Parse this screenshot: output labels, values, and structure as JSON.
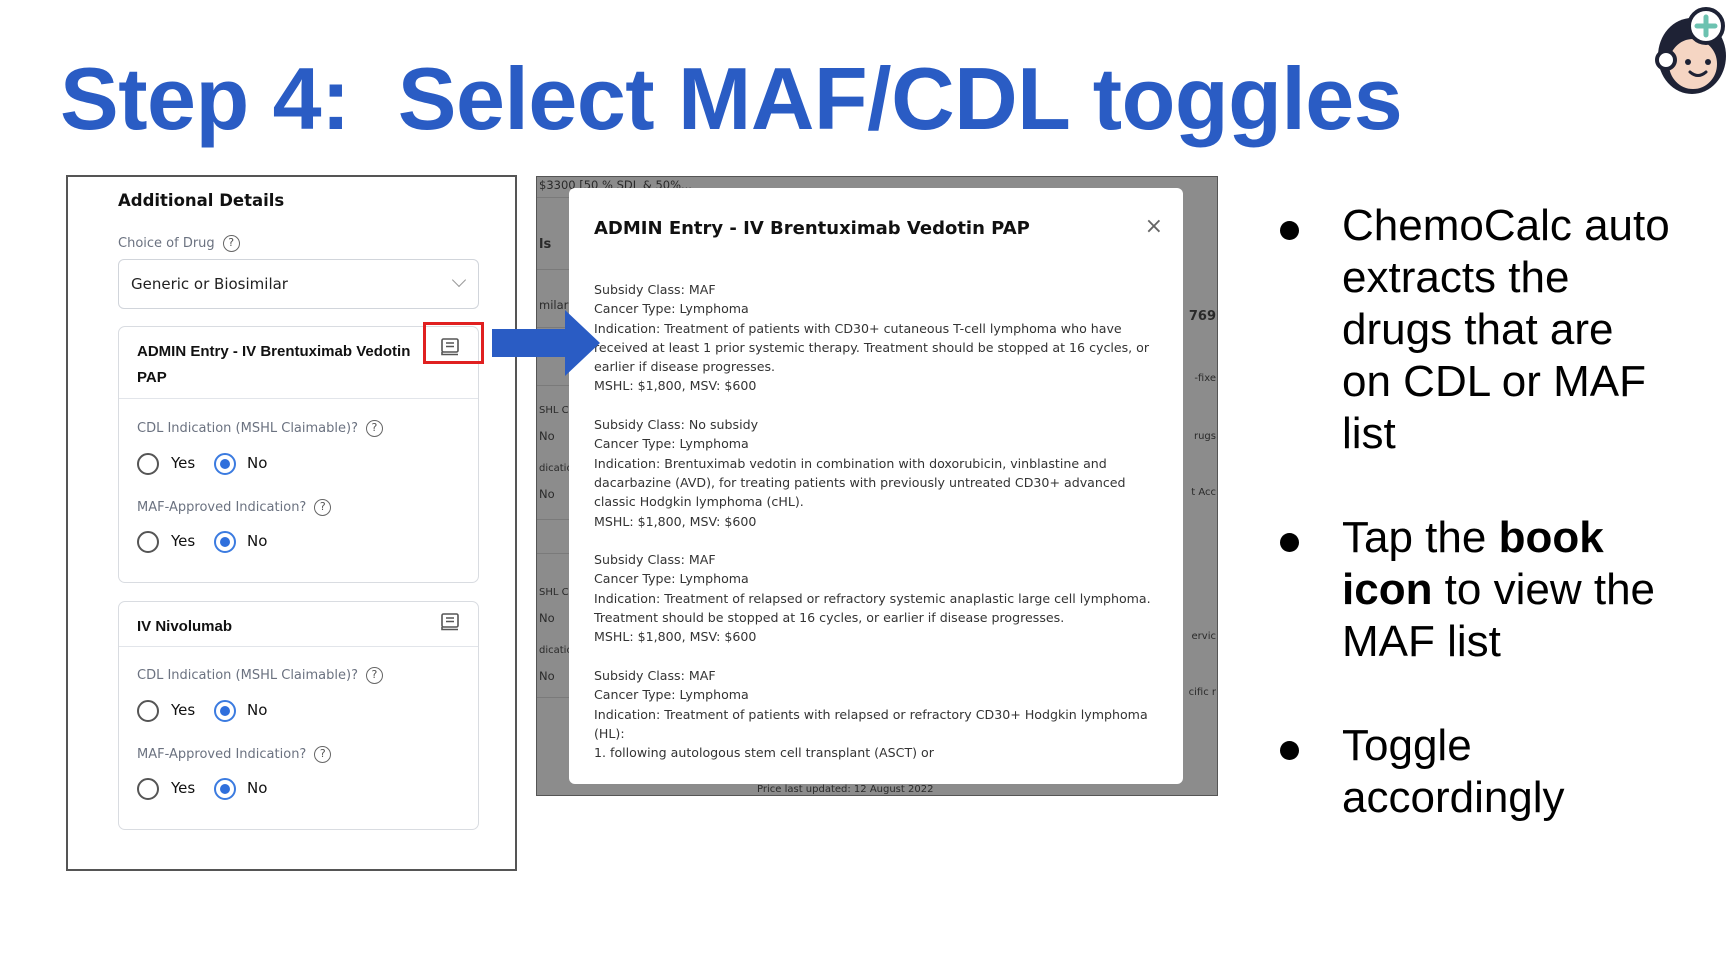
{
  "slide": {
    "title": "Step 4:  Select MAF/CDL toggles",
    "title_color": "#2a5cc4",
    "highlight_color": "#e02020",
    "arrow_color": "#2a5cc4"
  },
  "form": {
    "section_title": "Additional Details",
    "choice_label": "Choice of Drug",
    "help_glyph": "?",
    "choice_value": "Generic or Biosimilar",
    "cards": [
      {
        "name": "ADMIN Entry - IV Brentuximab Vedotin PAP",
        "cdl_label": "CDL Indication (MSHL Claimable)?",
        "maf_label": "MAF-Approved Indication?",
        "yes": "Yes",
        "no": "No",
        "cdl_value": "No",
        "maf_value": "No"
      },
      {
        "name": "IV Nivolumab",
        "cdl_label": "CDL Indication (MSHL Claimable)?",
        "maf_label": "MAF-Approved Indication?",
        "yes": "Yes",
        "no": "No",
        "cdl_value": "No",
        "maf_value": "No"
      }
    ]
  },
  "background_screen": {
    "top_select": "$3300 [50 % SDL & 50%...",
    "left_fragments": [
      "ls",
      "milar",
      "SHL Cl",
      "No",
      "dicatio",
      "No",
      "SHL Cl",
      "No",
      "dicatio",
      "No"
    ],
    "right_fragments": [
      "769",
      "-fixe",
      "rugs",
      "t Acc",
      "ervic",
      "cific r"
    ],
    "footer": "Price last updated: 12 August 2022"
  },
  "modal": {
    "title": "ADMIN Entry - IV Brentuximab Vedotin PAP",
    "close": "×",
    "entries": [
      {
        "subsidy": "Subsidy Class: MAF",
        "cancer": "Cancer Type: Lymphoma",
        "indication": "Indication: Treatment of patients with CD30+ cutaneous T-cell lymphoma who have received at least 1 prior systemic therapy. Treatment should be stopped at 16 cycles, or earlier if disease progresses.",
        "limits": "MSHL: $1,800, MSV: $600"
      },
      {
        "subsidy": "Subsidy Class: No subsidy",
        "cancer": "Cancer Type: Lymphoma",
        "indication": "Indication: Brentuximab vedotin in combination with doxorubicin, vinblastine and dacarbazine (AVD), for treating patients with previously untreated CD30+ advanced classic Hodgkin lymphoma (cHL).",
        "limits": "MSHL: $1,800, MSV: $600"
      },
      {
        "subsidy": "Subsidy Class: MAF",
        "cancer": "Cancer Type: Lymphoma",
        "indication": "Indication: Treatment of relapsed or refractory systemic anaplastic large cell lymphoma. Treatment should be stopped at 16 cycles, or earlier if disease progresses.",
        "limits": "MSHL: $1,800, MSV: $600"
      },
      {
        "subsidy": "Subsidy Class: MAF",
        "cancer": "Cancer Type: Lymphoma",
        "indication": "Indication: Treatment of patients with relapsed or refractory CD30+ Hodgkin lymphoma (HL):",
        "limits": "1. following autologous stem cell transplant (ASCT) or"
      }
    ]
  },
  "bullets": [
    {
      "lines": [
        [
          {
            "t": "ChemoCalc auto"
          }
        ],
        [
          {
            "t": "extracts the"
          }
        ],
        [
          {
            "t": "drugs that are"
          }
        ],
        [
          {
            "t": "on CDL or MAF"
          }
        ],
        [
          {
            "t": "list"
          }
        ]
      ]
    },
    {
      "lines": [
        [
          {
            "t": "Tap the "
          },
          {
            "t": "book",
            "b": true
          }
        ],
        [
          {
            "t": "icon",
            "b": true
          },
          {
            "t": " to view the"
          }
        ],
        [
          {
            "t": "MAF list"
          }
        ]
      ]
    },
    {
      "lines": [
        [
          {
            "t": "Toggle"
          }
        ],
        [
          {
            "t": "accordingly"
          }
        ]
      ]
    }
  ]
}
